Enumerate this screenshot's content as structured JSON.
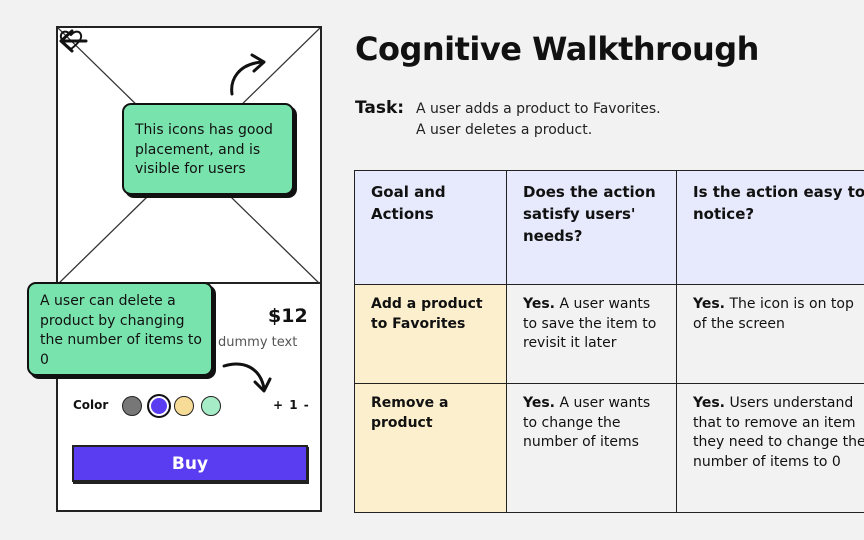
{
  "title": "Cognitive Walkthrough",
  "task": {
    "label": "Task:",
    "lines": [
      "A user adds a product to Favorites.",
      "A user deletes a product."
    ]
  },
  "wireframe": {
    "price": "$12",
    "dummy_text": "dummy text",
    "color_label": "Color",
    "stepper": "+ 1 -",
    "buy_label": "Buy",
    "swatches": [
      "#777777",
      "#5a3df0",
      "#f7dc98",
      "#a6ecc6"
    ],
    "colors": {
      "accent": "#5a3df0",
      "note": "#79e3ad"
    }
  },
  "notes": {
    "icon_note": "This icons has good placement, and is visible for users",
    "delete_note": "A user can delete a product by changing the number of items to 0"
  },
  "table": {
    "headers": [
      "Goal and Actions",
      "Does the action satisfy users' needs?",
      "Is the action easy to notice?"
    ],
    "rows": [
      {
        "goal": "Add a product to Favorites",
        "satisfy_bold": "Yes.",
        "satisfy_text": " A user wants to save the item to revisit it later",
        "notice_bold": "Yes.",
        "notice_text": " The icon is on top of the screen"
      },
      {
        "goal": "Remove a product",
        "satisfy_bold": "Yes.",
        "satisfy_text": " A user wants to change the number of items",
        "notice_bold": "Yes.",
        "notice_text": " Users understand that to remove an item they need to change the number of items to 0"
      }
    ]
  }
}
